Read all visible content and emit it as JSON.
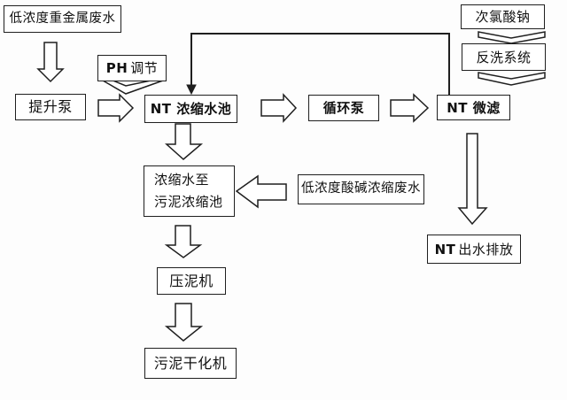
{
  "page": {
    "background_color": "#fdfdfd",
    "line_color": "#1f1f1f",
    "box_fill_color": "#ffffff"
  },
  "flowchart": {
    "description": "NT water treatment process flow diagram",
    "nodes": {
      "heavy_metal": {
        "label": "低浓度重金属废水"
      },
      "ph_adjust": {
        "label_bold": "PH",
        "label_rest": "调节"
      },
      "lift_pump": {
        "label": "提升泵"
      },
      "nt_pool": {
        "label": "NT 浓缩水池"
      },
      "circulation_pump": {
        "label": "循环泵"
      },
      "nt_microfiltration": {
        "label": "NT 微滤"
      },
      "sodium_hypochlorite": {
        "label": "次氯酸钠"
      },
      "backwash_system": {
        "label": "反洗系统"
      },
      "concentrate_to_sludge": {
        "line1": "浓缩水至",
        "line2": "污泥浓缩池"
      },
      "acid_alkali_wastewater": {
        "label": "低浓度酸碱浓缩废水"
      },
      "nt_discharge": {
        "label_bold": "NT",
        "label_rest": "出水排放"
      },
      "mud_press": {
        "label": "压泥机"
      },
      "sludge_dryer": {
        "label": "污泥干化机"
      }
    },
    "edges": [
      "低浓度重金属废水 -> 提升泵",
      "提升泵 -> NT浓缩水池",
      "PH调节 -> NT浓缩水池",
      "NT浓缩水池 -> 循环泵",
      "循环泵 -> NT微滤",
      "次氯酸钠 -> 反洗系统",
      "反洗系统 -> NT微滤",
      "NT微滤 -> NT浓缩水池 (回流)",
      "NT浓缩水池 -> 浓缩水至污泥浓缩池",
      "低浓度酸碱浓缩废水 -> 浓缩水至污泥浓缩池",
      "NT微滤 -> NT出水排放",
      "浓缩水至污泥浓缩池 -> 压泥机",
      "压泥机 -> 污泥干化机"
    ]
  }
}
